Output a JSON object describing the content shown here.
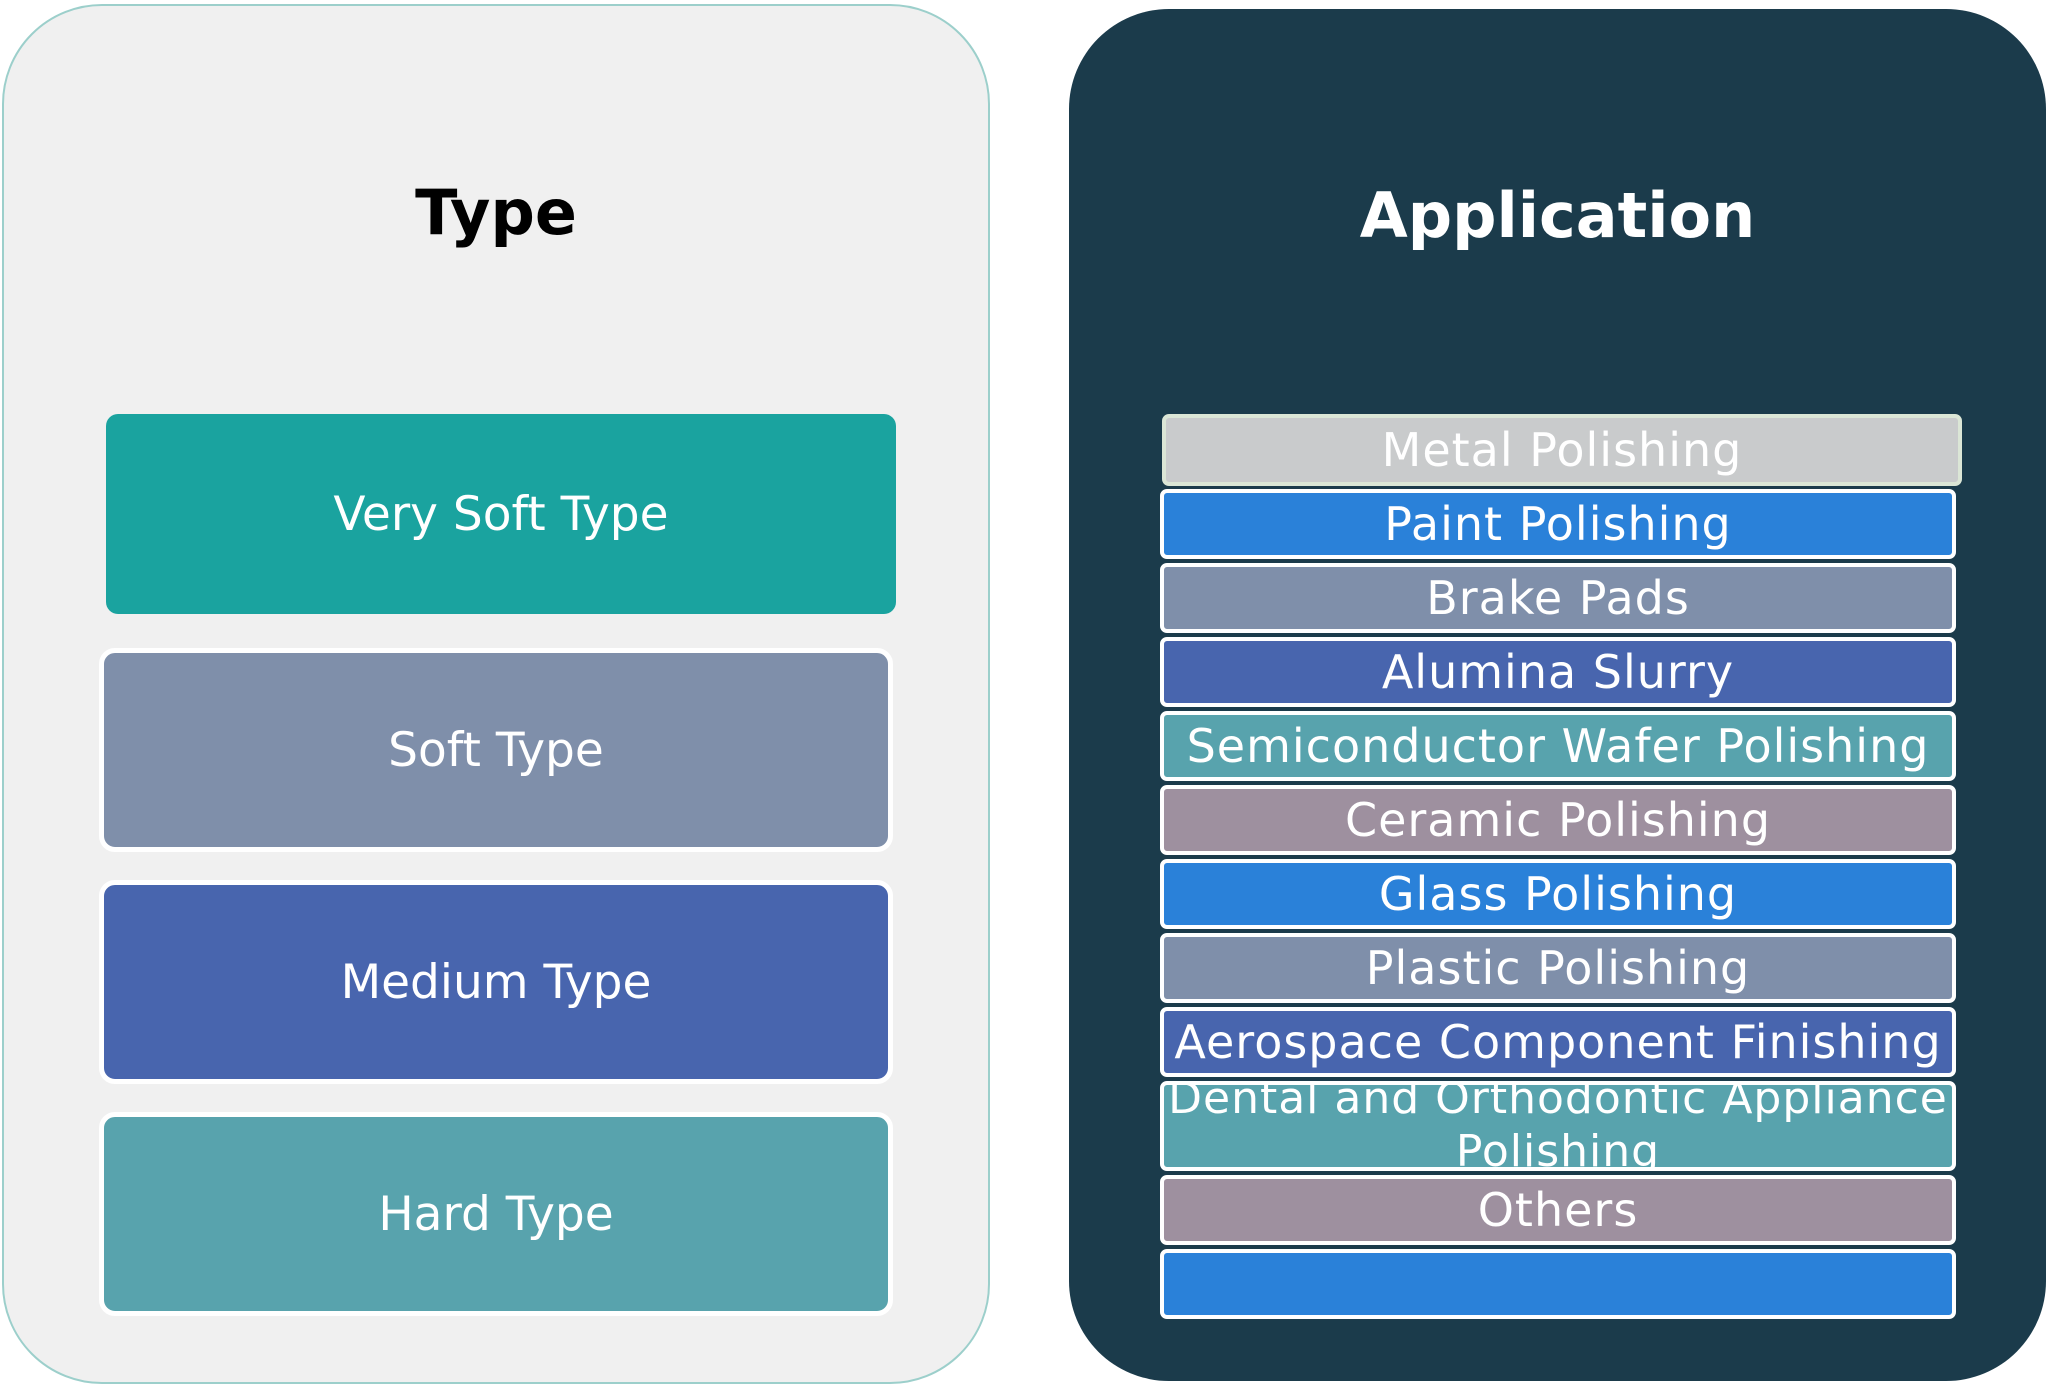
{
  "type_panel": {
    "title": "Type",
    "items": [
      {
        "label": "Very Soft Type",
        "color": "#1aa39f"
      },
      {
        "label": "Soft Type",
        "color": "#7f8faa"
      },
      {
        "label": "Medium Type",
        "color": "#4865ae"
      },
      {
        "label": "Hard Type",
        "color": "#58a3ad"
      }
    ]
  },
  "application_panel": {
    "title": "Application",
    "items": [
      {
        "label": "Metal Polishing",
        "color": "#c9cbcc",
        "border": "#dbe6d6"
      },
      {
        "label": "Paint Polishing",
        "color": "#2a81d9",
        "border": "#ffffff"
      },
      {
        "label": "Brake Pads",
        "color": "#7f8faa",
        "border": "#ffffff"
      },
      {
        "label": "Alumina Slurry",
        "color": "#4865ae",
        "border": "#ffffff"
      },
      {
        "label": "Semiconductor Wafer Polishing",
        "color": "#58a3ad",
        "border": "#ffffff"
      },
      {
        "label": "Ceramic Polishing",
        "color": "#9e909f",
        "border": "#ffffff"
      },
      {
        "label": "Glass Polishing",
        "color": "#2a81d9",
        "border": "#ffffff"
      },
      {
        "label": "Plastic Polishing",
        "color": "#7f8faa",
        "border": "#ffffff"
      },
      {
        "label": "Aerospace Component Finishing",
        "color": "#4865ae",
        "border": "#ffffff"
      },
      {
        "label": "Dental and Orthodontic Appliance Polishing",
        "color": "#58a3ad",
        "border": "#ffffff"
      },
      {
        "label": "Others",
        "color": "#9e909f",
        "border": "#ffffff"
      },
      {
        "label": "",
        "color": "#2a81d9",
        "border": "#ffffff"
      }
    ]
  }
}
